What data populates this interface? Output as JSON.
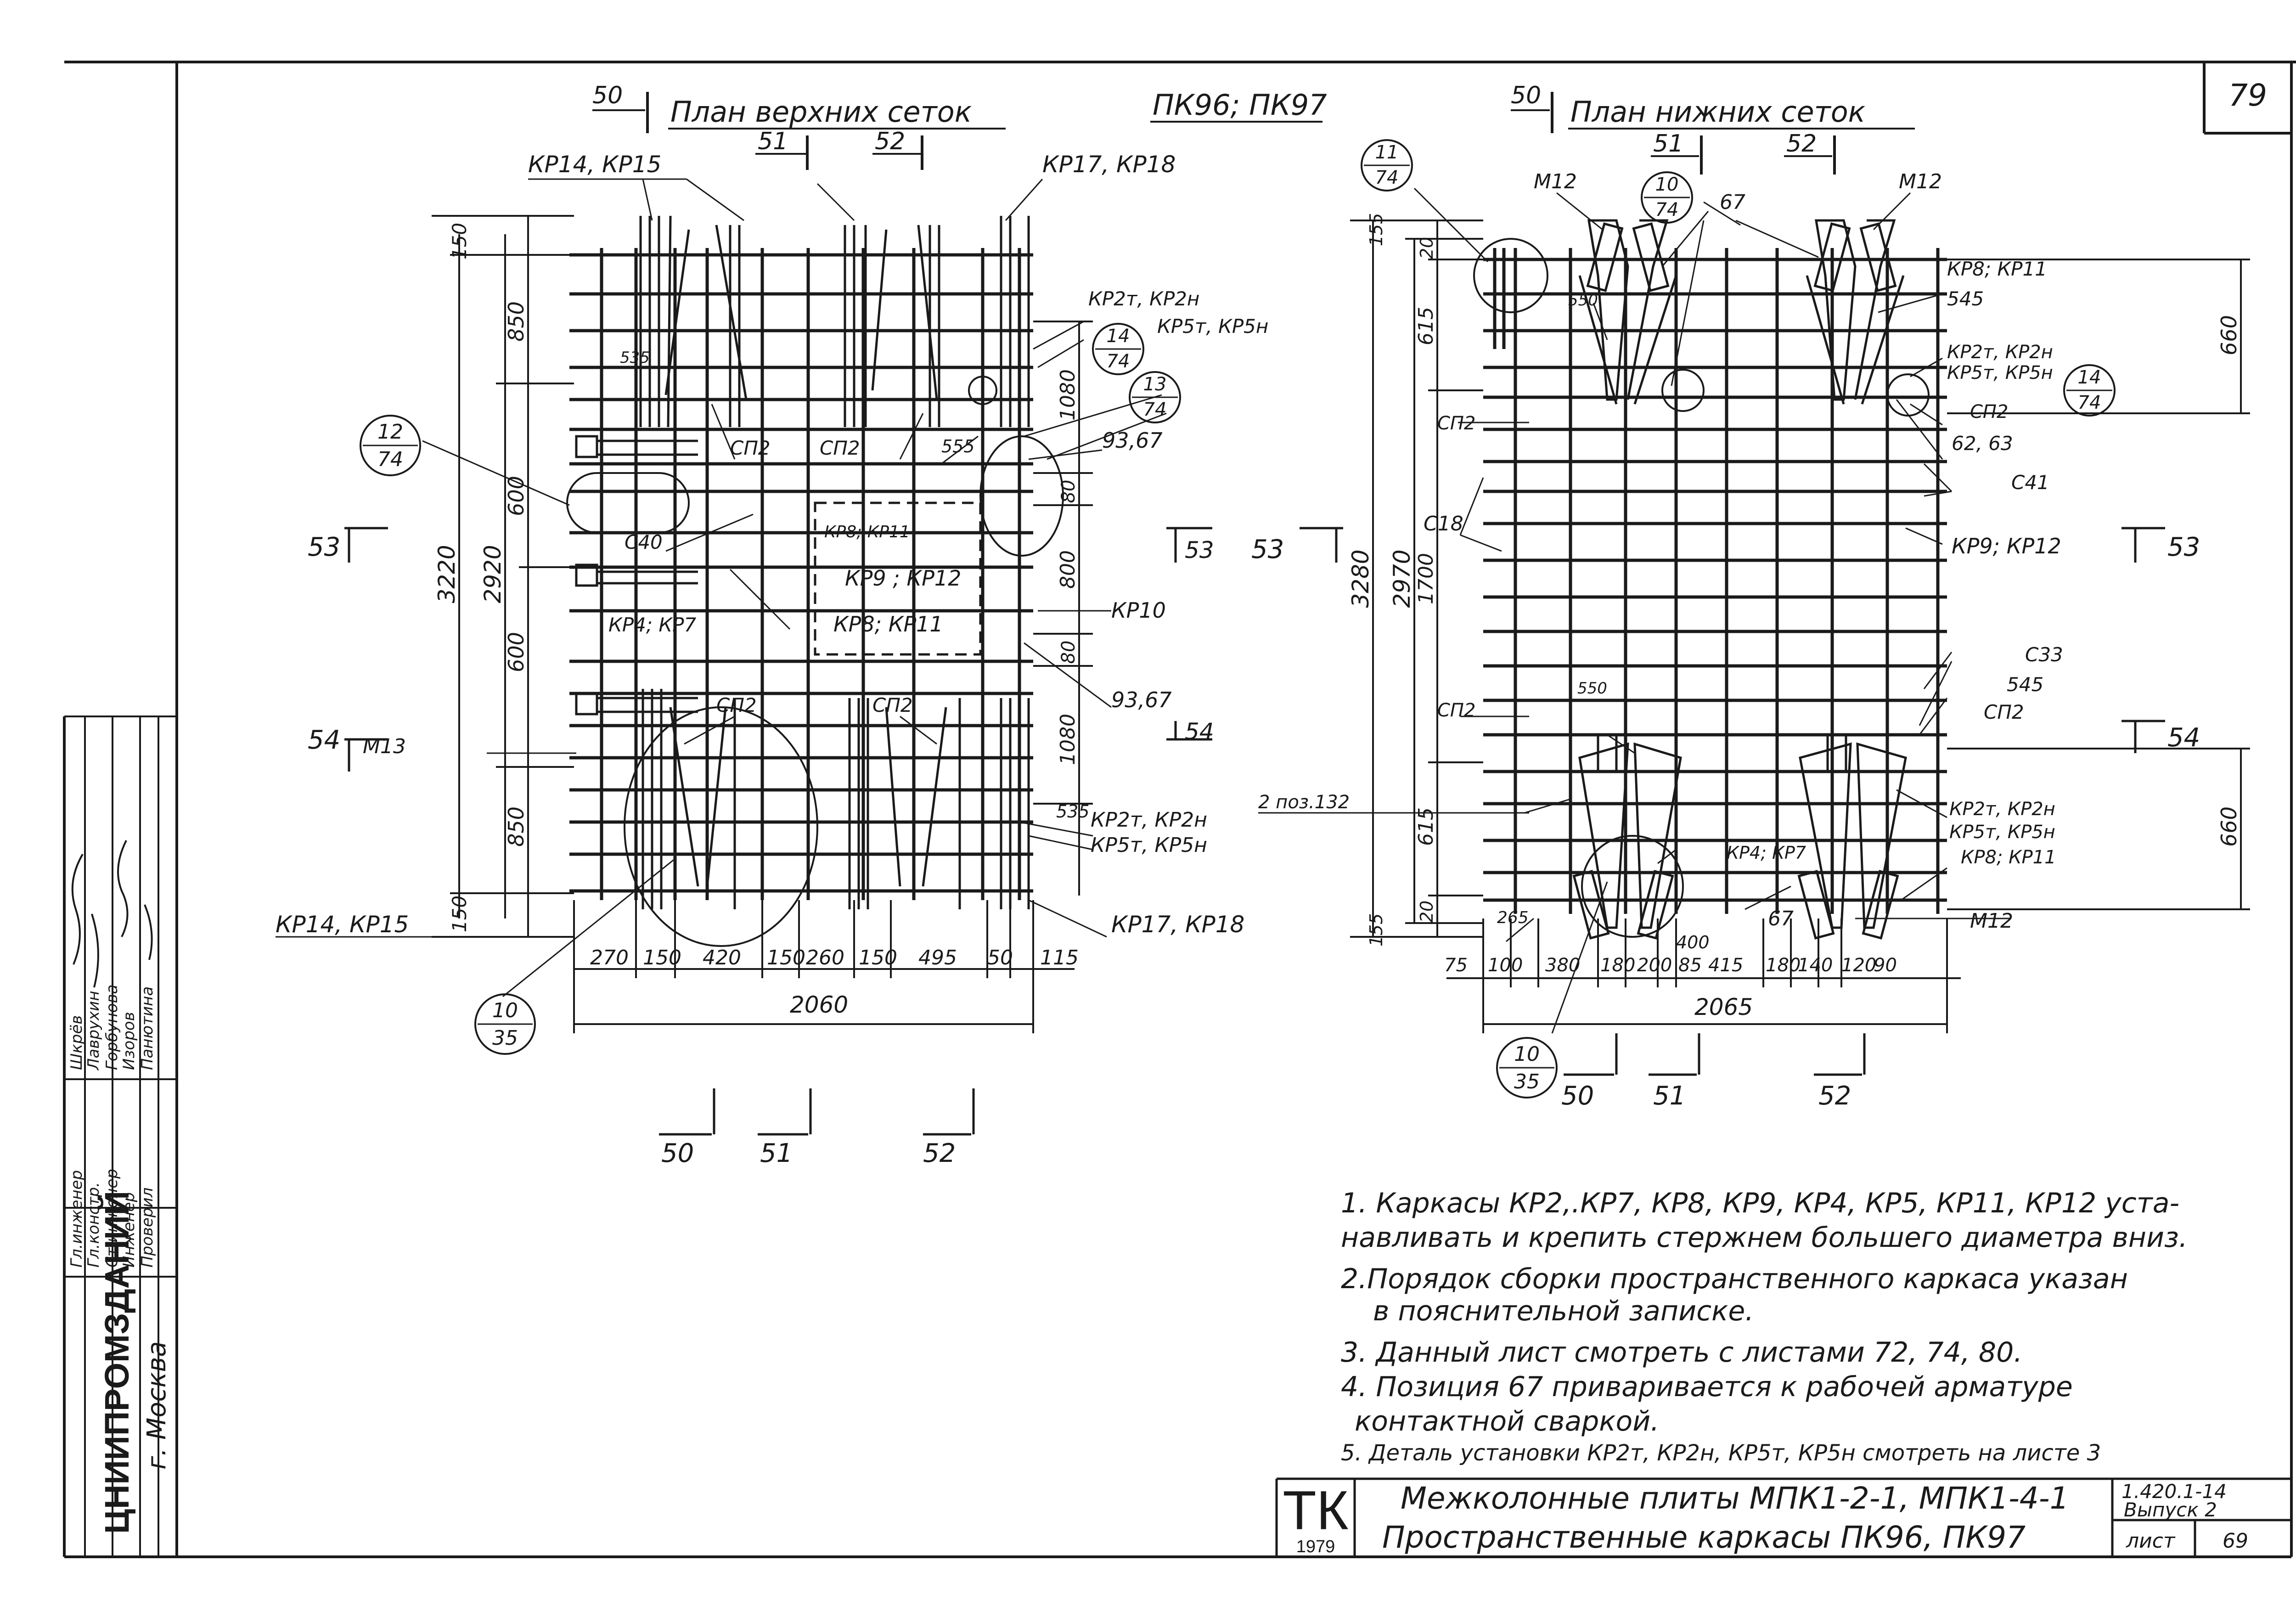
{
  "sheet_number_top": "79",
  "upper_plan": {
    "title": "План верхних сеток",
    "section_left": "50",
    "sections_top": [
      "51",
      "52"
    ],
    "mark": "ПК96; ПК97",
    "leaders": {
      "kr14_top": "КР14, КР15",
      "kr17_top": "КР17, КР18",
      "kr2_top": "КР2т, КР2н",
      "kr5_top": "КР5т, КР5н",
      "sp2_a": "СП2",
      "sp2_b": "СП2",
      "sp2_c": "СП2",
      "sp2_d": "СП2",
      "c40": "С40",
      "kr4_7": "КР4; КР7",
      "kr8_11_a": "КР8; КР11",
      "kr9_12": "КР9 ; КР12",
      "kr8_11_b": "КР8; КР11",
      "kr10": "КР10",
      "p9367_a": "93,67",
      "p9367_b": "93,67",
      "m13": "М13",
      "kr2_bot": "КР2т, КР2н",
      "kr5_bot": "КР5т, КР5н",
      "kr14_bot": "КР14, КР15",
      "kr17_bot": "КР17, КР18",
      "d535_a": "535",
      "d555": "555",
      "d535_b": "535"
    },
    "callouts": [
      {
        "num": "14",
        "den": "74"
      },
      {
        "num": "13",
        "den": "74"
      },
      {
        "num": "12",
        "den": "74"
      },
      {
        "num": "10",
        "den": "35"
      }
    ],
    "section_marks": {
      "left_53": "53",
      "left_54": "54",
      "right_53": "53",
      "right_54": "54"
    },
    "dims_left": [
      "150",
      "850",
      "600",
      "600",
      "850",
      "150"
    ],
    "dims_left_mid": "2920",
    "dims_left_outer": "3220",
    "dims_right": [
      "1080",
      "80",
      "800",
      "80",
      "1080"
    ],
    "dims_bottom": [
      "270",
      "150",
      "420",
      "150",
      "260",
      "150",
      "495",
      "50",
      "115"
    ],
    "dims_bottom_total": "2060",
    "bottom_sections": [
      "50",
      "51",
      "52"
    ]
  },
  "lower_plan": {
    "title": "План нижних сеток",
    "section_left": "50",
    "sections_top": [
      "51",
      "52"
    ],
    "leaders": {
      "m12_left": "М12",
      "m12_right": "М12",
      "p67_top": "67",
      "kr8_11_top": "КР8; КР11",
      "d545_top": "545",
      "kr2_top": "КР2т, КР2н",
      "kr5_top": "КР5т, КР5н",
      "sp2_right_top": "СП2",
      "p6263": "62, 63",
      "c41": "С41",
      "kr9_12": "КР9; КР12",
      "c33": "С33",
      "d545_bot": "545",
      "sp2_right_bot": "СП2",
      "kr2_bot": "КР2т, КР2н",
      "kr5_bot": "КР5т, КР5н",
      "kr8_11_bot": "КР8; КР11",
      "m12_bot": "М12",
      "sp2_left_top": "СП2",
      "c18": "С18",
      "sp2_left_bot": "СП2",
      "pos132": "2 поз.132",
      "kr4_7": "КР4; КР7",
      "p67_bot": "67",
      "d550_a": "550",
      "d550_b": "550",
      "d265": "265",
      "d400": "400"
    },
    "callouts": [
      {
        "num": "11",
        "den": "74"
      },
      {
        "num": "10",
        "den": "74"
      },
      {
        "num": "14",
        "den": "74"
      },
      {
        "num": "10",
        "den": "35"
      }
    ],
    "section_marks": {
      "left_53": "53",
      "right_53": "53",
      "right_54": "54"
    },
    "dims_left": [
      "155",
      "20",
      "615",
      "1700",
      "615",
      "20",
      "155"
    ],
    "dims_left_mid": "2970",
    "dims_left_outer": "3280",
    "dims_right": [
      "660",
      "660"
    ],
    "dims_bottom": [
      "75",
      "100",
      "380",
      "180",
      "200",
      "85",
      "415",
      "180",
      "140",
      "120",
      "90"
    ],
    "dims_bottom_total": "2065",
    "bottom_sections": [
      "50",
      "51",
      "52"
    ]
  },
  "notes": [
    "1. Каркасы КР2,.КР7, КР8, КР9, КР4, КР5, КР11, КР12 уста-",
    "навливать и крепить стержнем большего диаметра вниз.",
    "2.Порядок сборки пространственного каркаса указан",
    "в пояснительной записке.",
    "3. Данный лист смотреть с листами 72, 74, 80.",
    "4. Позиция 67 приваривается к рабочей арматуре",
    "контактной сваркой.",
    "5. Деталь установки КР2т, КР2н, КР5т, КР5н смотреть на листе 3"
  ],
  "title_block": {
    "logo": "ТК",
    "year": "1979",
    "title_line1": "Межколонные плиты МПК1-2-1, МПК1-4-1",
    "title_line2": "Пространственные каркасы ПК96, ПК97",
    "code": "1.420.1-14",
    "issue": "Выпуск 2",
    "sheet_label": "лист",
    "sheet_no": "69"
  },
  "org_stamp": {
    "org": "ЦНИИПРОМЗДАНИЙ",
    "city": "г. Москва",
    "roles": [
      "Гл.инженер",
      "Гл.констр.",
      "Ст.инженер",
      "Инженер",
      "Проверил"
    ],
    "names": [
      "Шкрёв",
      "Лаврухин",
      "Горбунова",
      "Изоров",
      "Панютина"
    ]
  }
}
